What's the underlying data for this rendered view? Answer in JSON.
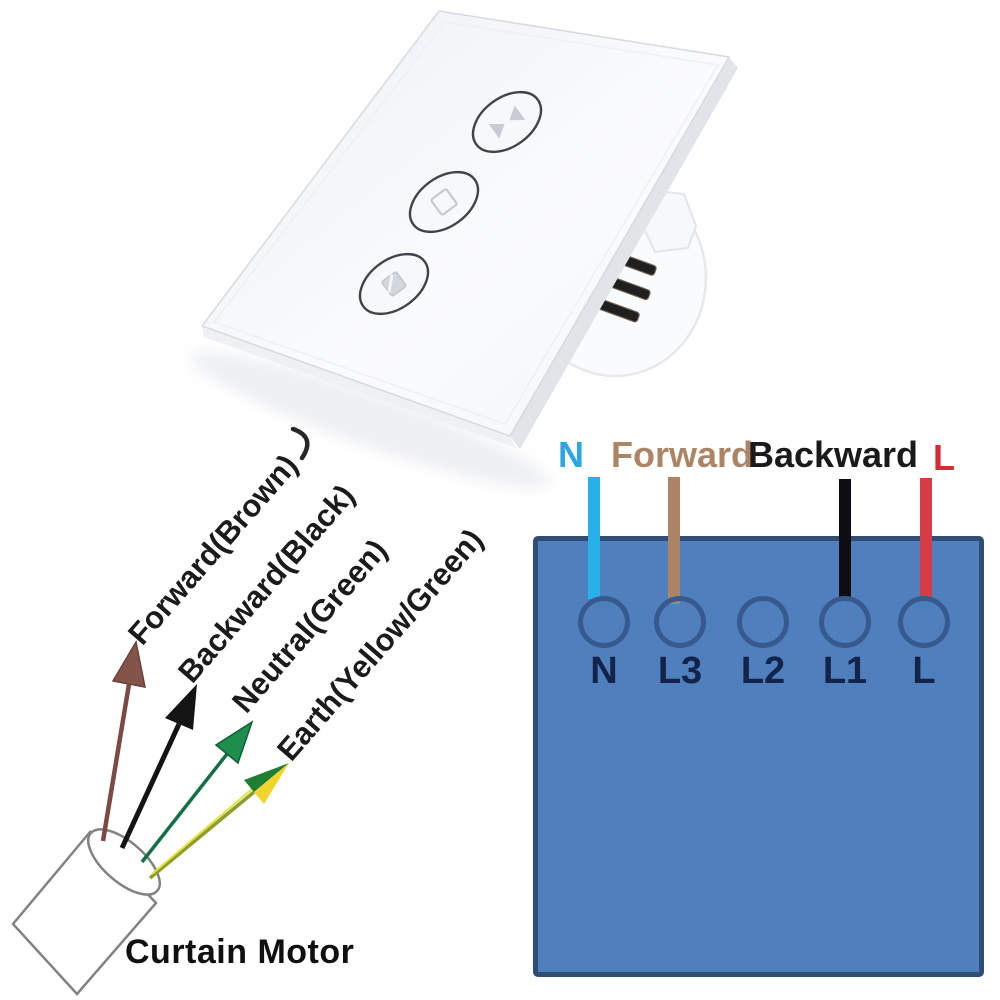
{
  "switch_panel": {
    "description_colors": {
      "panel": "#f2f4f8",
      "button_outline": "#3f444b",
      "icon": "#c7ccd4"
    },
    "buttons": [
      {
        "icon": "curtain-open-icon"
      },
      {
        "icon": "stop-icon"
      },
      {
        "icon": "curtain-close-icon"
      }
    ]
  },
  "motor_section": {
    "title": "Curtain Motor",
    "wires": [
      {
        "label": "Forward(Brown)",
        "arrow_color": "#7b4a42"
      },
      {
        "label": "Backward(Black)",
        "arrow_color": "#141414"
      },
      {
        "label": "Neutral(Green)",
        "arrow_color": "#1e8e4e"
      },
      {
        "label": "Earth(Yellow/Green)",
        "arrow_color": "#1e7e34",
        "arrow_color2": "#f2d42c"
      }
    ]
  },
  "wiring_box": {
    "fill_color": "#4f7fbd",
    "border_color": "#2e4e74",
    "terminal_ring_color": "#37598e",
    "inputs": [
      {
        "text": "N",
        "color": "#2ba7e2",
        "wire_color": "#27b1e8"
      },
      {
        "text": "Forward",
        "color": "#ab8566",
        "wire_color": "#ad8365"
      },
      {
        "text": "Backward",
        "color": "#1a1a1a",
        "wire_color": "#0d0d12"
      },
      {
        "text": "L",
        "color": "#d22c35",
        "wire_color": "#d63c45"
      }
    ],
    "terminals": [
      "N",
      "L3",
      "L2",
      "L1",
      "L"
    ]
  }
}
